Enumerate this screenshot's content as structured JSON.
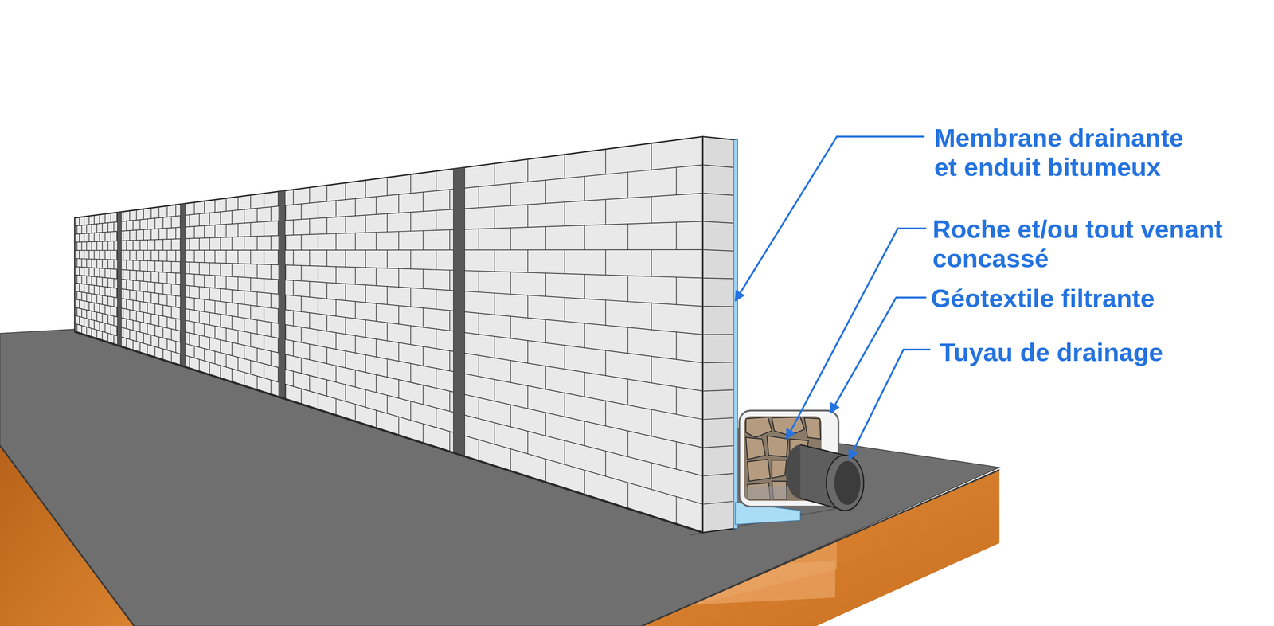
{
  "diagram": {
    "labels": [
      "Membrane drainante et enduit bitumeux",
      "Roche et/ou tout venant concassé",
      "Géotextile filtrante",
      "Tuyau de drainage"
    ]
  }
}
